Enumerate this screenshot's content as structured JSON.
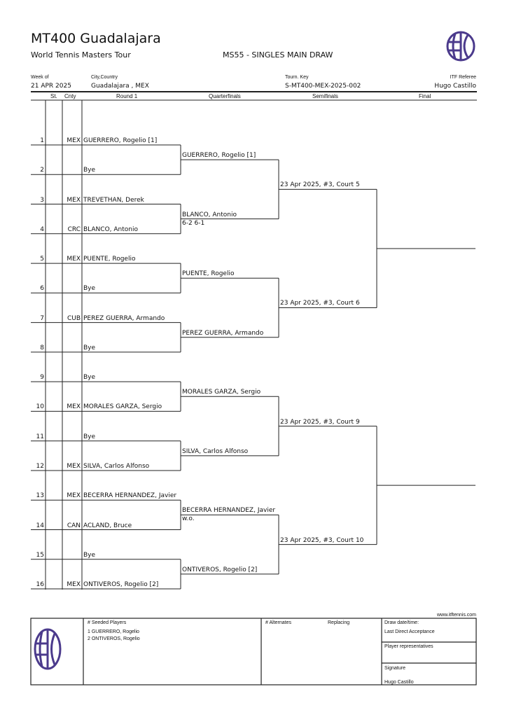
{
  "header": {
    "title": "MT400 Guadalajara",
    "subtitle": "World Tennis Masters Tour",
    "event": "MS55 - SINGLES MAIN DRAW",
    "week_label": "Week of",
    "week_value": "21 APR 2025",
    "city_label": "City,Country",
    "city_value": "Guadalajara , MEX",
    "key_label": "Tourn. Key",
    "key_value": "S-MT400-MEX-2025-002",
    "referee_label": "ITF Referee",
    "referee_value": "Hugo Castillo",
    "logo_color": "#4b3a8c"
  },
  "columns": {
    "st": "St.",
    "cnty": "Cnty",
    "r1": "Round 1",
    "qf": "Quarterfinals",
    "sf": "Semifinals",
    "final": "Final"
  },
  "round1": [
    {
      "num": "1",
      "cnty": "MEX",
      "name": "GUERRERO, Rogelio [1]"
    },
    {
      "num": "2",
      "cnty": "",
      "name": "Bye"
    },
    {
      "num": "3",
      "cnty": "MEX",
      "name": "TREVETHAN, Derek"
    },
    {
      "num": "4",
      "cnty": "CRC",
      "name": "BLANCO, Antonio"
    },
    {
      "num": "5",
      "cnty": "MEX",
      "name": "PUENTE, Rogelio"
    },
    {
      "num": "6",
      "cnty": "",
      "name": "Bye"
    },
    {
      "num": "7",
      "cnty": "CUB",
      "name": "PEREZ GUERRA, Armando"
    },
    {
      "num": "8",
      "cnty": "",
      "name": "Bye"
    },
    {
      "num": "9",
      "cnty": "",
      "name": "Bye"
    },
    {
      "num": "10",
      "cnty": "MEX",
      "name": "MORALES GARZA, Sergio"
    },
    {
      "num": "11",
      "cnty": "",
      "name": "Bye"
    },
    {
      "num": "12",
      "cnty": "MEX",
      "name": "SILVA, Carlos Alfonso"
    },
    {
      "num": "13",
      "cnty": "MEX",
      "name": "BECERRA HERNANDEZ, Javier"
    },
    {
      "num": "14",
      "cnty": "CAN",
      "name": "ACLAND, Bruce"
    },
    {
      "num": "15",
      "cnty": "",
      "name": "Bye"
    },
    {
      "num": "16",
      "cnty": "MEX",
      "name": "ONTIVEROS, Rogelio [2]"
    }
  ],
  "quarterfinals": [
    {
      "name": "GUERRERO, Rogelio [1]",
      "score": ""
    },
    {
      "name": "BLANCO, Antonio",
      "score": "6-2 6-1"
    },
    {
      "name": "PUENTE, Rogelio",
      "score": ""
    },
    {
      "name": "PEREZ GUERRA, Armando",
      "score": ""
    },
    {
      "name": "MORALES GARZA, Sergio",
      "score": ""
    },
    {
      "name": "SILVA, Carlos Alfonso",
      "score": ""
    },
    {
      "name": "BECERRA HERNANDEZ, Javier",
      "score": "w.o."
    },
    {
      "name": "ONTIVEROS, Rogelio [2]",
      "score": ""
    }
  ],
  "semifinals": [
    {
      "name": "23 Apr 2025, #3, Court 5"
    },
    {
      "name": "23 Apr 2025, #3, Court 6"
    },
    {
      "name": "23 Apr 2025, #3, Court 9"
    },
    {
      "name": "23 Apr 2025, #3, Court 10"
    }
  ],
  "footer": {
    "website": "www.itftennis.com",
    "seeded_title": "#   Seeded Players",
    "seeded": [
      "1   GUERRERO, Rogelio",
      "2   ONTIVEROS, Rogelio"
    ],
    "alternates_title": "# Alternates",
    "replacing_title": "Replacing",
    "draw_date": "Draw date/time:",
    "last_direct": "Last Direct Acceptance",
    "player_reps": "Player representatives",
    "signature": "Signature",
    "signature_name": "Hugo Castillo"
  }
}
